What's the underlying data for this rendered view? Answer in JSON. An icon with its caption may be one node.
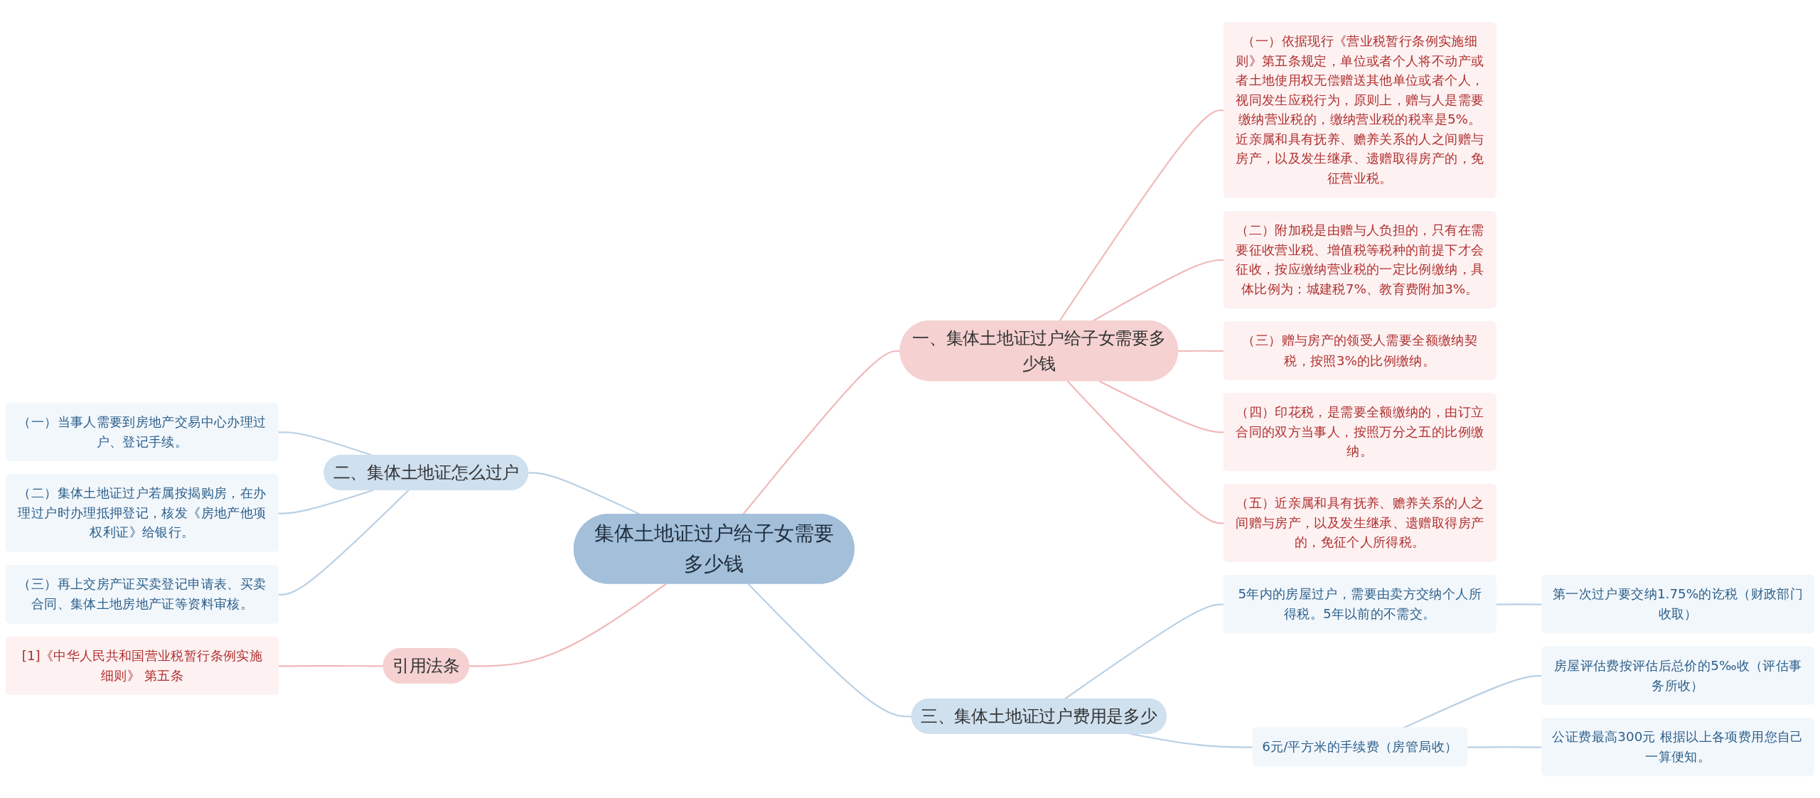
{
  "diagram": {
    "nodes": [
      {
        "text": [
          "集体土地证过户给子女需要多少钱"
        ]
      },
      {
        "text": [
          "一、集体土地证过户给子女需要多少钱"
        ]
      },
      {
        "text": [
          "（一）依据现行《营业税暂行条例实施细则》第五条规定，单位或者个人将不动产或者土地使用权无偿赠送其他单位或者个人，视同发生应税行为，原则上，赠与人是需要缴纳营业税的，缴纳营业税的税率是5%。近亲属和具有抚养、赡养关系的人之间赠与房产，以及发生继承、遗赠取得房产的，免征营业税。"
        ]
      },
      {
        "text": [
          "（二）附加税是由赠与人负担的，只有在需要征收营业税、增值税等税种的前提下才会征收，按应缴纳营业税的一定比例缴纳，具体比例为：城建税7%、教育费附加3%。"
        ]
      },
      {
        "text": [
          "（三）赠与房产的领受人需要全额缴纳契税，按照3%的比例缴纳。"
        ]
      },
      {
        "text": [
          "（四）印花税，是需要全额缴纳的，由订立合同的双方当事人，按照万分之五的比例缴纳。"
        ]
      },
      {
        "text": [
          "（五）近亲属和具有抚养、赡养关系的人之间赠与房产，以及发生继承、遗赠取得房产的，免征个人所得税。"
        ]
      },
      {
        "text": [
          "二、集体土地证怎么过户"
        ]
      },
      {
        "text": [
          "（一）当事人需要到房地产交易中心办理过户、登记手续。"
        ]
      },
      {
        "text": [
          "（二）集体土地证过户若属按揭购房，在办理过户时办理抵押登记，核发《房地产他项权利证》给银行。"
        ]
      },
      {
        "text": [
          "（三）再上交房产证买卖登记申请表、买卖合同、集体土地房地产证等资料审核。"
        ]
      },
      {
        "text": [
          "引用法条"
        ]
      },
      {
        "text": [
          "[1]《中华人民共和国营业税暂行条例实施细则》 第五条"
        ]
      },
      {
        "text": [
          "三、集体土地证过户费用是多少"
        ]
      },
      {
        "text": [
          "5年内的房屋过户，需要由卖方交纳个人所得税。5年以前的不需交。"
        ]
      },
      {
        "text": [
          "第一次过户要交纳1.75%的讫税（财政部门收取）"
        ]
      },
      {
        "text": [
          "6元/平方米的手续费（房管局收）"
        ]
      },
      {
        "text": [
          "房屋评估费按评估后总价的5‰收（评估事务所收）"
        ]
      },
      {
        "text": [
          "公证费最高300元 根据以上各项费用您自己一算便知。"
        ]
      }
    ],
    "edges": [
      {
        "from": 0,
        "to": 1,
        "arrow": "none",
        "color": "#f0b8b8"
      },
      {
        "from": 1,
        "to": 2,
        "arrow": "none",
        "color": "#f0b8b8"
      },
      {
        "from": 1,
        "to": 3,
        "arrow": "none",
        "color": "#f0b8b8"
      },
      {
        "from": 1,
        "to": 4,
        "arrow": "none",
        "color": "#f0b8b8"
      },
      {
        "from": 1,
        "to": 5,
        "arrow": "none",
        "color": "#f0b8b8"
      },
      {
        "from": 1,
        "to": 6,
        "arrow": "none",
        "color": "#f0b8b8"
      },
      {
        "from": 0,
        "to": 7,
        "arrow": "none"
      },
      {
        "from": 7,
        "to": 8,
        "arrow": "none"
      },
      {
        "from": 7,
        "to": 9,
        "arrow": "none"
      },
      {
        "from": 7,
        "to": 10,
        "arrow": "none"
      },
      {
        "from": 0,
        "to": 11,
        "arrow": "none",
        "color": "#f0b8b8"
      },
      {
        "from": 11,
        "to": 12,
        "arrow": "none",
        "color": "#f0b8b8"
      },
      {
        "from": 0,
        "to": 13,
        "arrow": "none"
      },
      {
        "from": 13,
        "to": 14,
        "arrow": "none"
      },
      {
        "from": 14,
        "to": 15,
        "arrow": "none"
      },
      {
        "from": 13,
        "to": 16,
        "arrow": "none"
      },
      {
        "from": 16,
        "to": 17,
        "arrow": "none"
      },
      {
        "from": 16,
        "to": 18,
        "arrow": "none"
      }
    ]
  }
}
